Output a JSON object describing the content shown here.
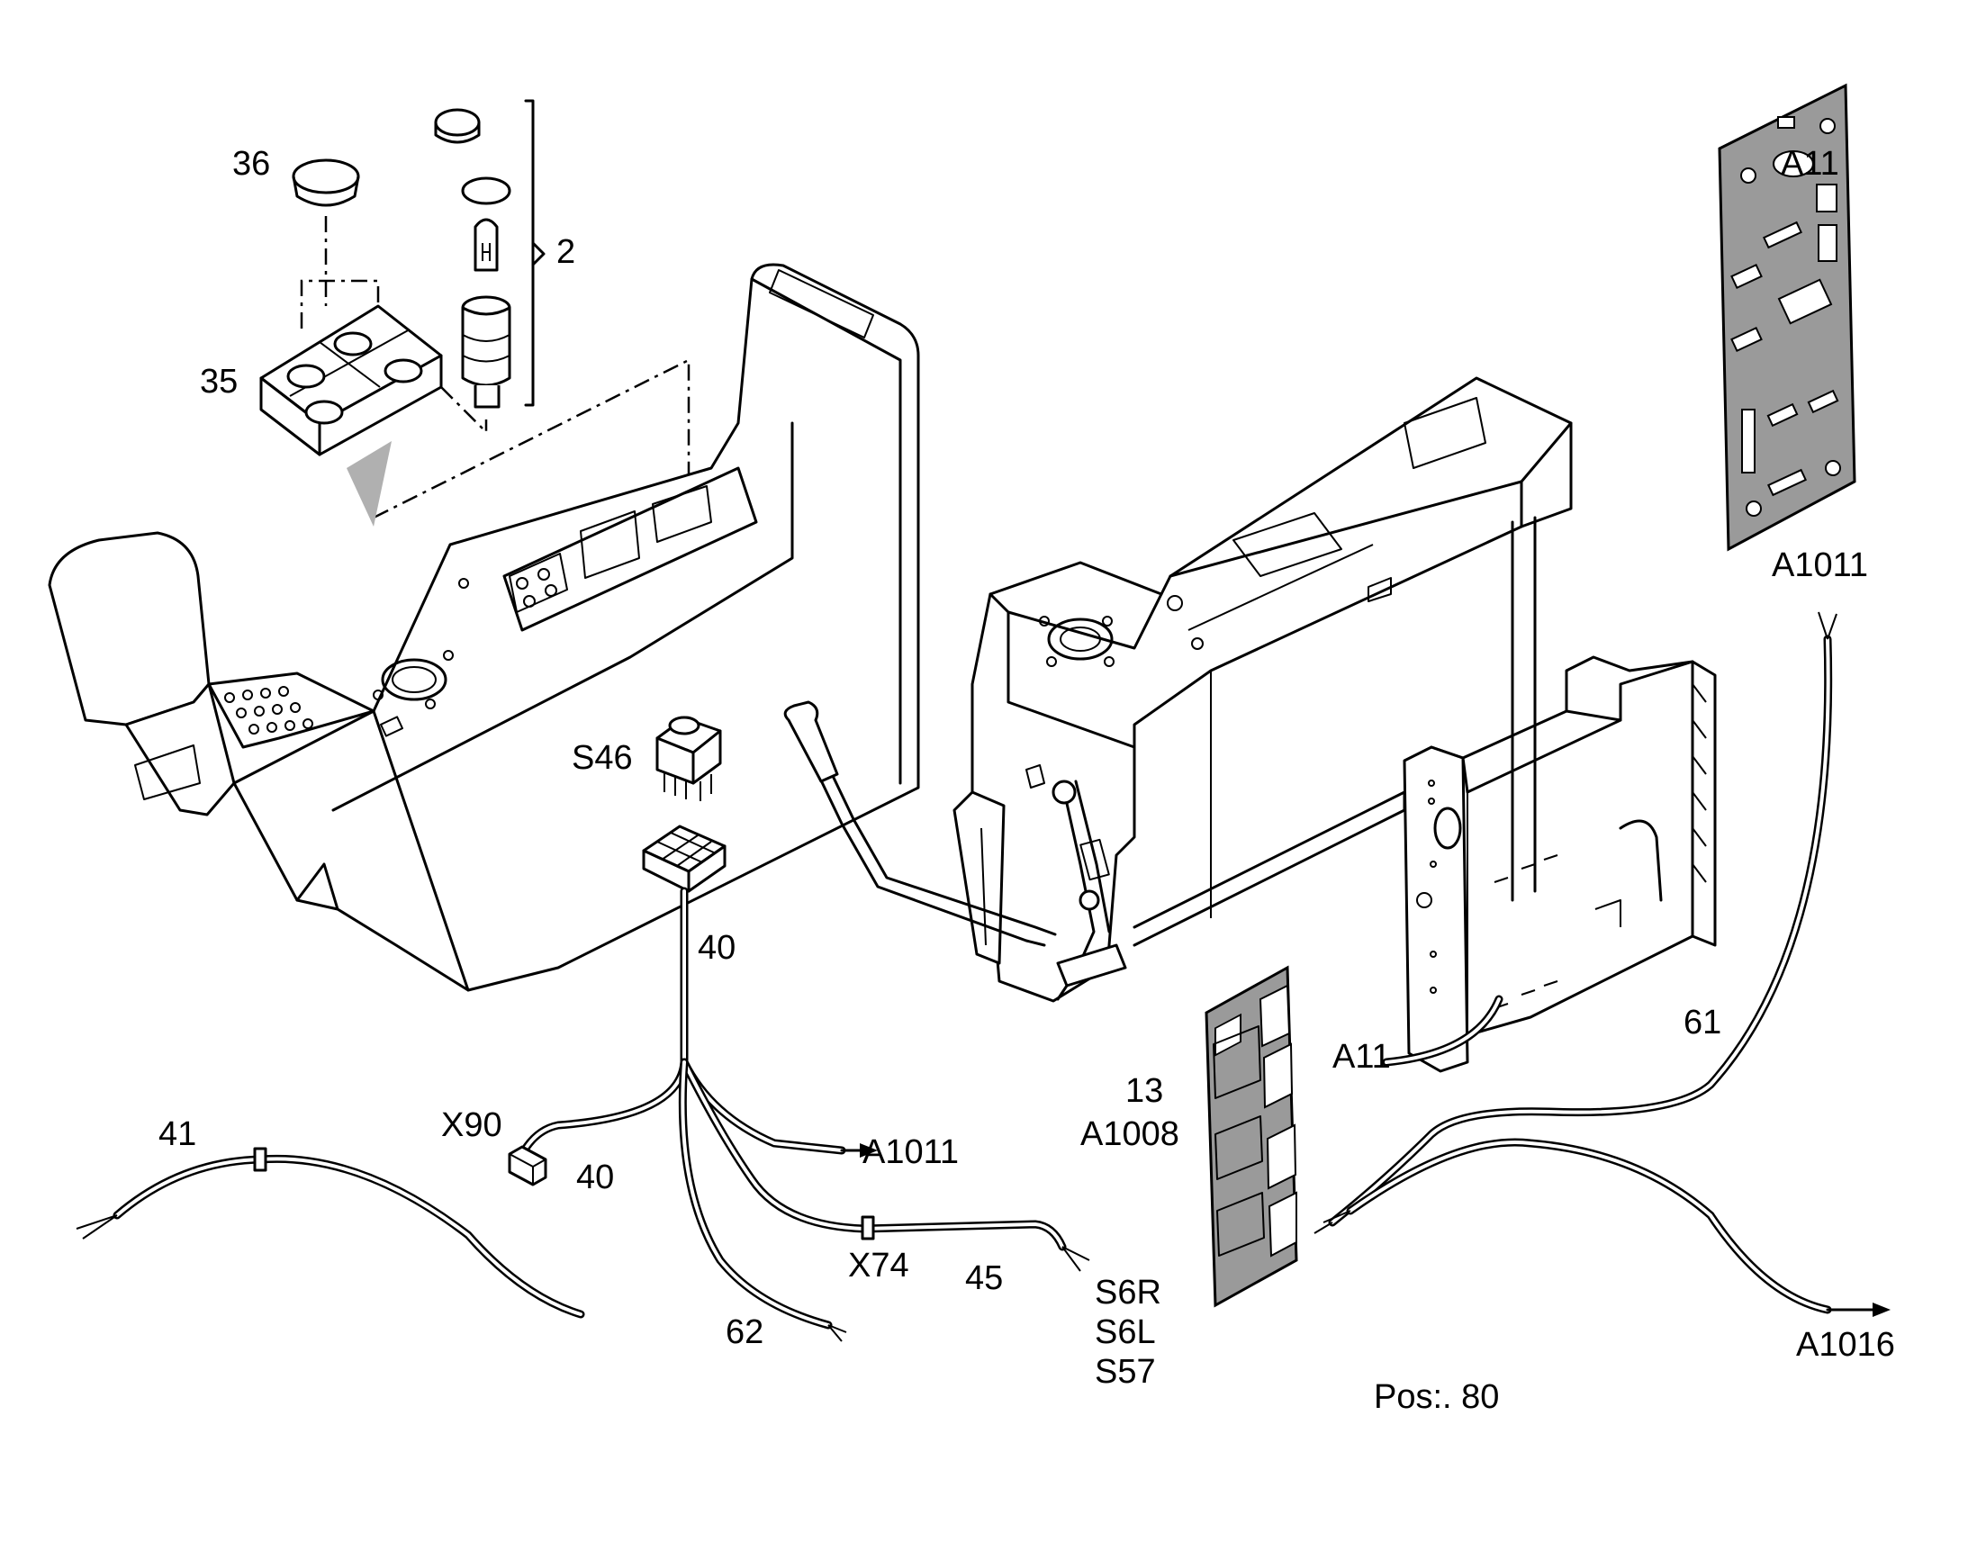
{
  "labels": {
    "p36": "36",
    "p2": "2",
    "p35": "35",
    "s46": "S46",
    "p40a": "40",
    "p40b": "40",
    "p41": "41",
    "x90": "X90",
    "a1011_arrow": "A1011",
    "a1011_top": "A1011",
    "x74": "X74",
    "p45": "45",
    "p62": "62",
    "s6r": "S6R",
    "s6l": "S6L",
    "s57": "S57",
    "p13": "13",
    "a1008": "A1008",
    "a11": "A11",
    "p61": "61",
    "a1016": "A1016",
    "pos": "Pos:. 80"
  },
  "board_marking": "A11",
  "colors": {
    "line": "#000000",
    "board": "#9a9a9a",
    "background": "#ffffff"
  }
}
